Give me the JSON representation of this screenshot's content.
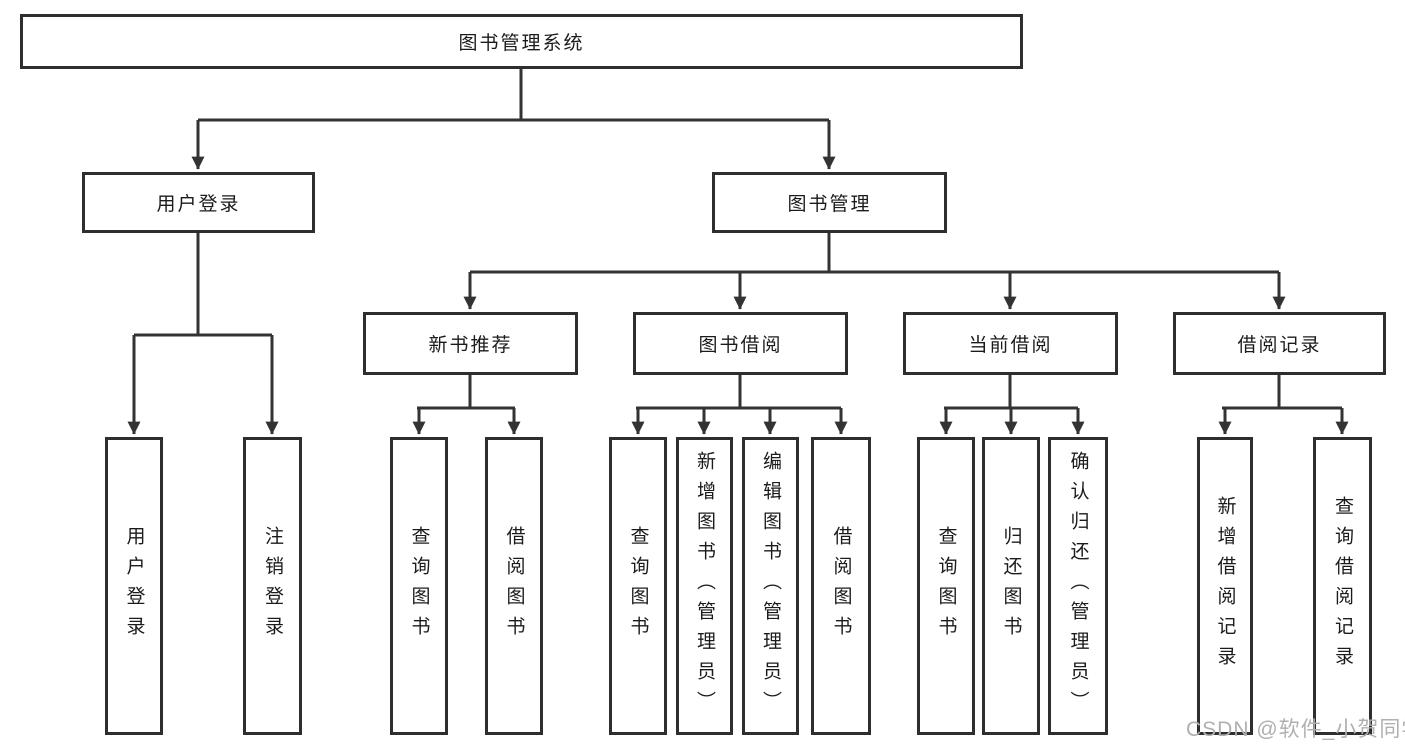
{
  "diagram": {
    "tree": {
      "label": "图书管理系统",
      "children": [
        {
          "label": "用户登录",
          "children": [
            {
              "label": "用户登录"
            },
            {
              "label": "注销登录"
            }
          ]
        },
        {
          "label": "图书管理",
          "children": [
            {
              "label": "新书推荐",
              "children": [
                {
                  "label": "查询图书"
                },
                {
                  "label": "借阅图书"
                }
              ]
            },
            {
              "label": "图书借阅",
              "children": [
                {
                  "label": "查询图书"
                },
                {
                  "label": "新增图书（管理员）"
                },
                {
                  "label": "编辑图书（管理员）"
                },
                {
                  "label": "借阅图书"
                }
              ]
            },
            {
              "label": "当前借阅",
              "children": [
                {
                  "label": "查询图书"
                },
                {
                  "label": "归还图书"
                },
                {
                  "label": "确认归还（管理员）"
                }
              ]
            },
            {
              "label": "借阅记录",
              "children": [
                {
                  "label": "新增借阅记录"
                },
                {
                  "label": "查询借阅记录"
                }
              ]
            }
          ]
        }
      ]
    }
  },
  "watermark": {
    "text": "CSDN @软件_小贺同学"
  },
  "colors": {
    "line": "#333333",
    "box_border": "#2e2e2e",
    "text": "#1b1b1b",
    "watermark": "#b0b0b0",
    "background": "#ffffff"
  }
}
